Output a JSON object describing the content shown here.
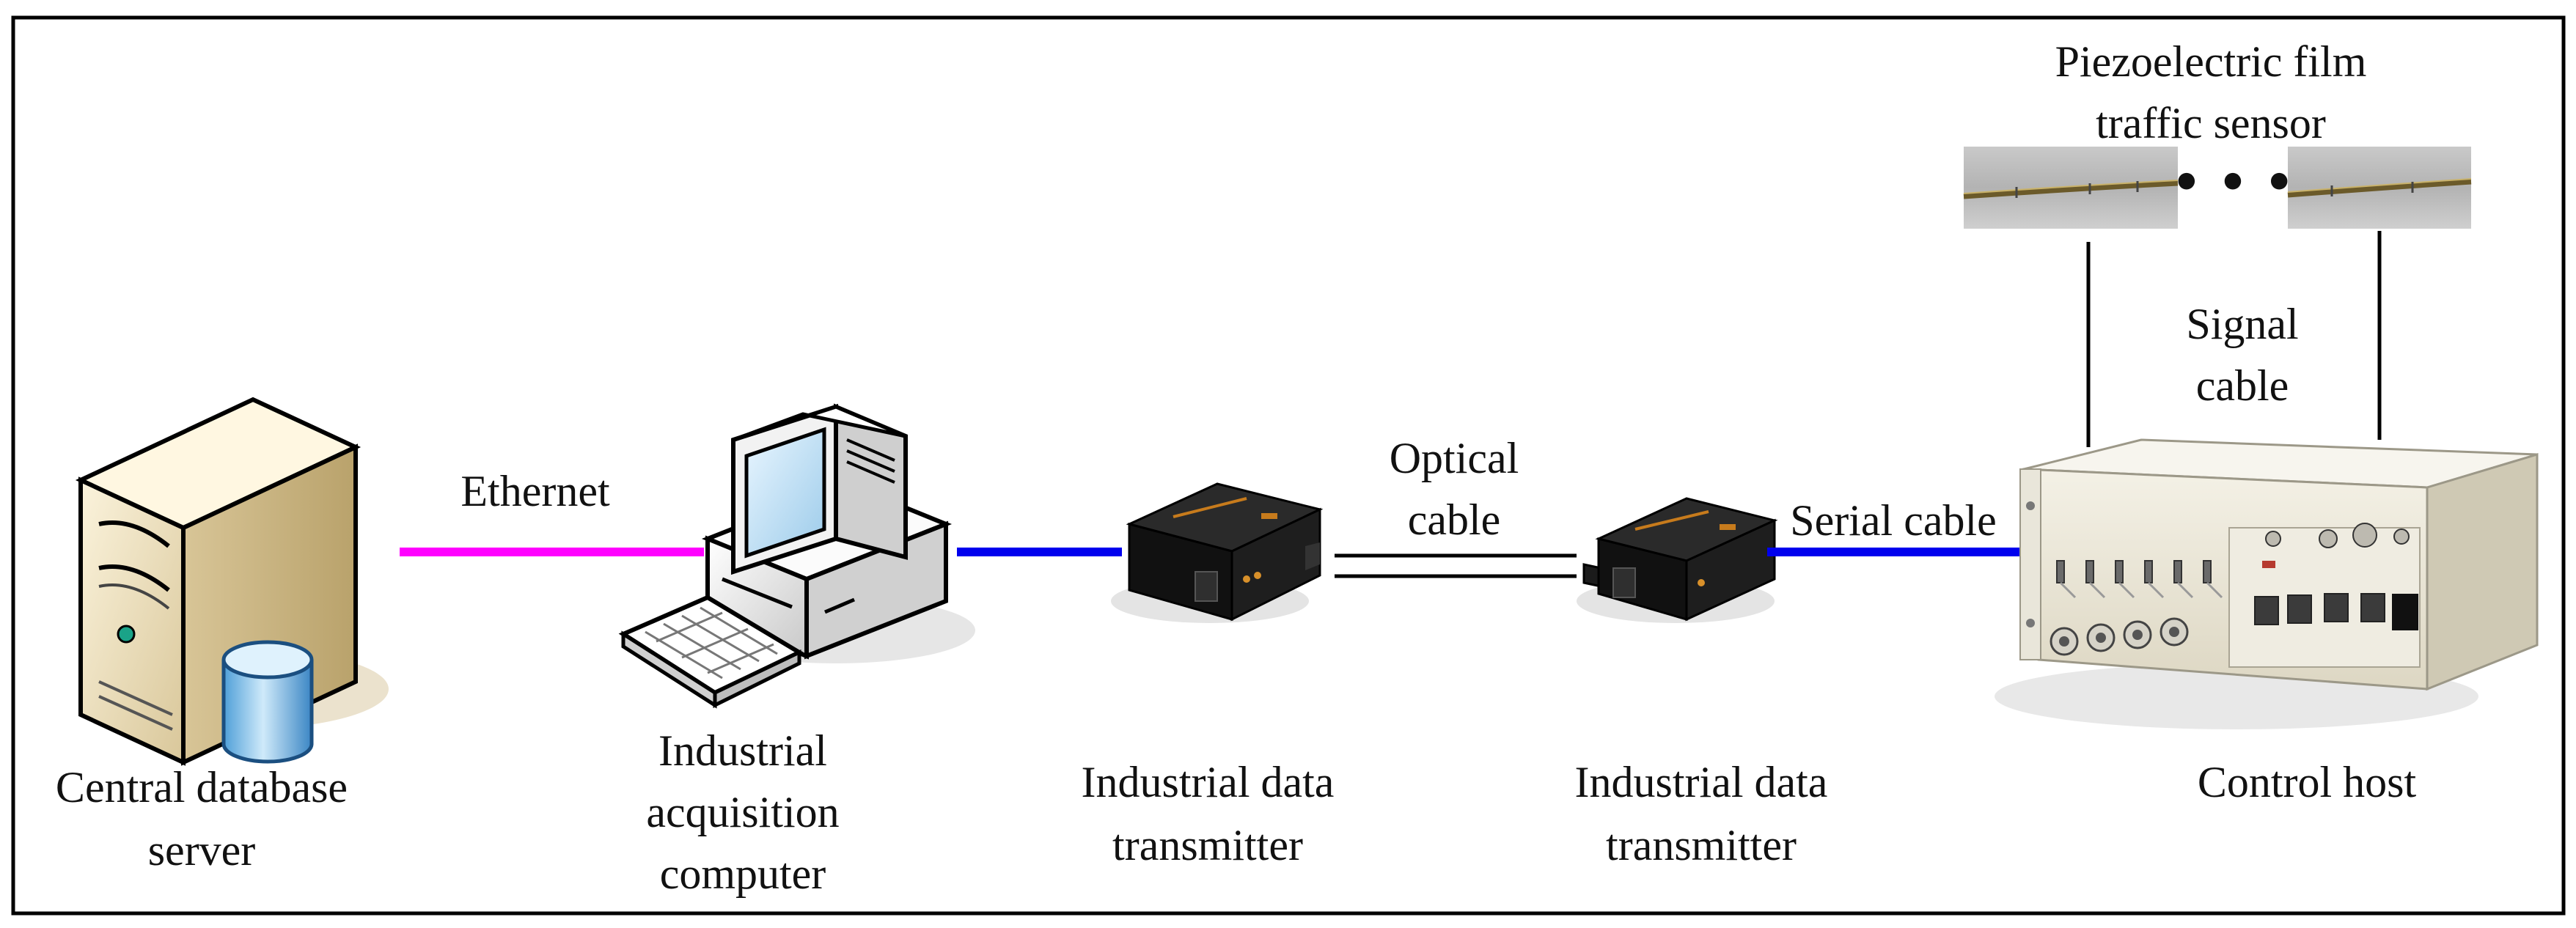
{
  "diagram": {
    "nodes": {
      "server": {
        "label_line1": "Central database",
        "label_line2": "server",
        "icon": "database-server-icon"
      },
      "computer": {
        "label_line1": "Industrial",
        "label_line2": "acquisition",
        "label_line3": "computer",
        "icon": "desktop-computer-icon"
      },
      "transmitter_left": {
        "label_line1": "Industrial data",
        "label_line2": "transmitter",
        "icon": "data-transmitter-icon"
      },
      "transmitter_right": {
        "label_line1": "Industrial data",
        "label_line2": "transmitter",
        "icon": "data-transmitter-icon"
      },
      "control_host": {
        "label": "Control host",
        "icon": "control-host-icon"
      },
      "sensor": {
        "label_line1": "Piezoelectric film",
        "label_line2": "traffic sensor",
        "icon": "piezo-film-sensor-icon",
        "separator": "• • •"
      }
    },
    "links": {
      "ethernet": {
        "label": "Ethernet",
        "color": "#ff00ff"
      },
      "computer_to_transmitter": {
        "label": "",
        "color": "#0000ee"
      },
      "optical": {
        "label_line1": "Optical",
        "label_line2": "cable",
        "color": "#000000"
      },
      "serial": {
        "label": "Serial cable",
        "color": "#0000ee"
      },
      "signal": {
        "label_line1": "Signal",
        "label_line2": "cable",
        "color": "#000000"
      }
    }
  }
}
